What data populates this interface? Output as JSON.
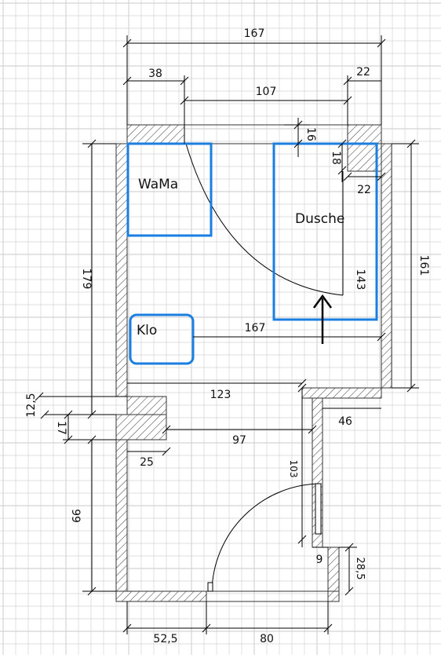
{
  "plan": {
    "colors": {
      "grid": "#d4d4d4",
      "wall_stroke": "#333333",
      "hatch": "#555555",
      "fixture": "#1a7fe0",
      "arrow": "#000000",
      "dim_line": "#000000"
    },
    "rooms": {
      "wama": "WaMa",
      "dusche": "Dusche",
      "klo": "Klo"
    },
    "dimensions": {
      "d167_top": "167",
      "d38": "38",
      "d107": "107",
      "d22_top": "22",
      "d16": "16",
      "d18": "18",
      "d22_inner": "22",
      "d143": "143",
      "d161": "161",
      "d179": "179",
      "d167_mid": "167",
      "d123": "123",
      "d46": "46",
      "d12_5": "12,5",
      "d17": "17",
      "d97": "97",
      "d25": "25",
      "d103": "103",
      "d99": "99",
      "d9": "9",
      "d28_5": "28,5",
      "d52_5": "52,5",
      "d80": "80"
    }
  }
}
